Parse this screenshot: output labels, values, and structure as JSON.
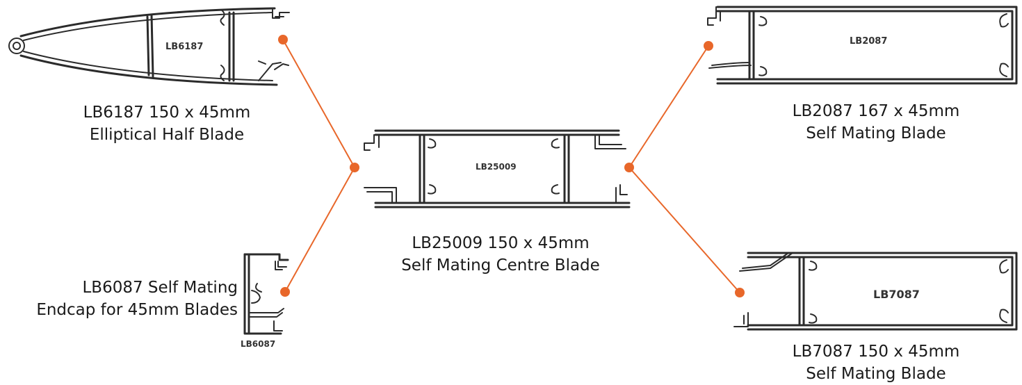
{
  "accent_color": "#E8672A",
  "profiles": {
    "lb6187": {
      "code": "LB6187",
      "caption_line1": "LB6187 150 x 45mm",
      "caption_line2": "Elliptical Half Blade"
    },
    "lb6087": {
      "code": "LB6087",
      "caption_line1": "LB6087 Self Mating",
      "caption_line2": "Endcap for 45mm Blades"
    },
    "lb25009": {
      "code": "LB25009",
      "caption_line1": "LB25009 150 x 45mm",
      "caption_line2": "Self Mating Centre Blade"
    },
    "lb2087": {
      "code": "LB2087",
      "caption_line1": "LB2087 167 x 45mm",
      "caption_line2": "Self Mating Blade"
    },
    "lb7087": {
      "code": "LB7087",
      "caption_line1": "LB7087 150 x 45mm",
      "caption_line2": "Self Mating Blade"
    }
  },
  "icons": {
    "connector_dot": "orange-dot-icon"
  }
}
